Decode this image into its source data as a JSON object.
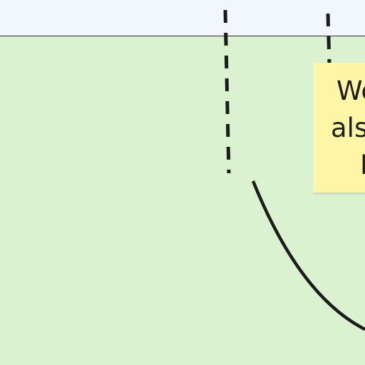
{
  "board": {
    "top_band_color": "#f1f7fd",
    "frame_color": "#daf2d0"
  },
  "sticky_note": {
    "color": "#fff5a6",
    "lines": [
      "We",
      "als",
      "P"
    ]
  }
}
